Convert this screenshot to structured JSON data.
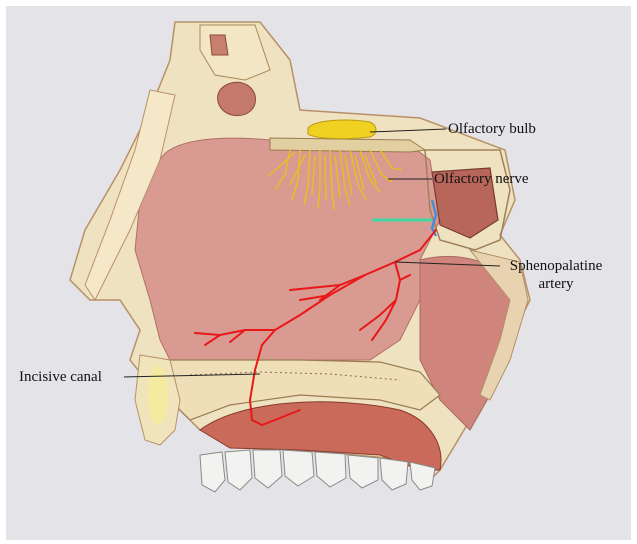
{
  "labels": {
    "olfactory_bulb": "Olfactory bulb",
    "olfactory_nerve": "Olfactory nerve",
    "sphenopalatine_line1": "Sphenopalatine",
    "sphenopalatine_line2": "artery",
    "incisive_canal": "Incisive canal"
  },
  "colors": {
    "background": "#e4e4e8",
    "mucosa": "#d99a92",
    "bone": "#eedfb8",
    "artery": "#e81818",
    "nerve": "#e8c020",
    "leader_line": "#222222",
    "marker_green": "#40d8a0",
    "marker_blue": "#3a8ce0"
  }
}
